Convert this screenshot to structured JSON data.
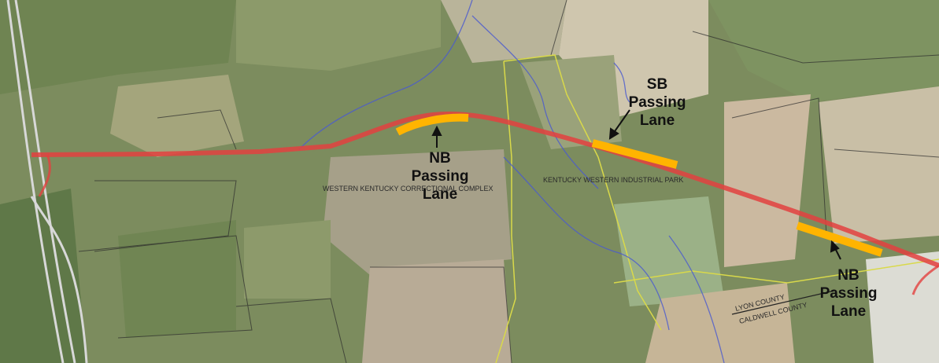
{
  "colors": {
    "alignment": "#e3413f",
    "passing_lane": "#ffb400",
    "county_line": "#d9d94a",
    "stream": "#4a5ad0",
    "label_text": "#111111"
  },
  "callouts": {
    "nb_west": {
      "line1": "NB",
      "line2": "Passing",
      "line3": "Lane"
    },
    "sb_mid": {
      "line1": "SB",
      "line2": "Passing",
      "line3": "Lane"
    },
    "nb_east": {
      "line1": "NB",
      "line2": "Passing",
      "line3": "Lane"
    }
  },
  "map_labels": {
    "complex": "WESTERN KENTUCKY CORRECTIONAL COMPLEX",
    "park": "KENTUCKY WESTERN INDUSTRIAL PARK",
    "county1": "LYON COUNTY",
    "county2": "CALDWELL COUNTY"
  }
}
